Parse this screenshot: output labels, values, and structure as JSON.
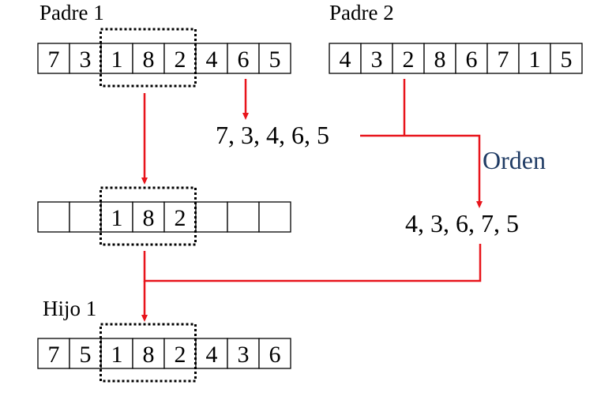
{
  "labels": {
    "padre1": "Padre 1",
    "padre2": "Padre 2",
    "hijo1": "Hijo 1",
    "orden": "Orden"
  },
  "sequences": {
    "remaining_p1": "7, 3, 4, 6, 5",
    "ordered": "4, 3, 6, 7, 5"
  },
  "arrays": {
    "padre1": [
      "7",
      "3",
      "1",
      "8",
      "2",
      "4",
      "6",
      "5"
    ],
    "padre2": [
      "4",
      "3",
      "2",
      "8",
      "6",
      "7",
      "1",
      "5"
    ],
    "middle": [
      "",
      "",
      "1",
      "8",
      "2",
      "",
      "",
      ""
    ],
    "hijo1": [
      "7",
      "5",
      "1",
      "8",
      "2",
      "4",
      "3",
      "6"
    ]
  },
  "colors": {
    "arrow": "#e8141b",
    "orden_text": "#1f3b64",
    "cell_border": "#000000"
  }
}
